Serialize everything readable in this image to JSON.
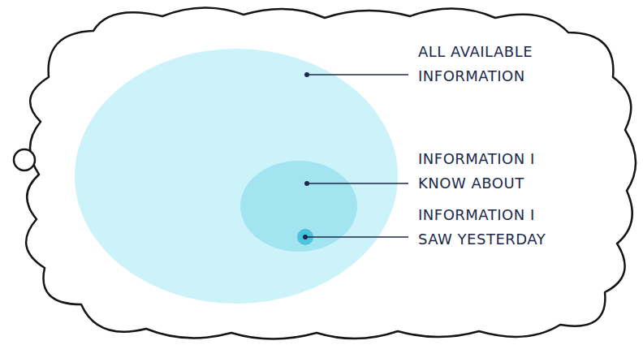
{
  "diagram": {
    "labels": [
      "ALL AVAILABLE INFORMATION",
      "INFORMATION I KNOW ABOUT",
      "INFORMATION I SAW YESTERDAY"
    ]
  }
}
